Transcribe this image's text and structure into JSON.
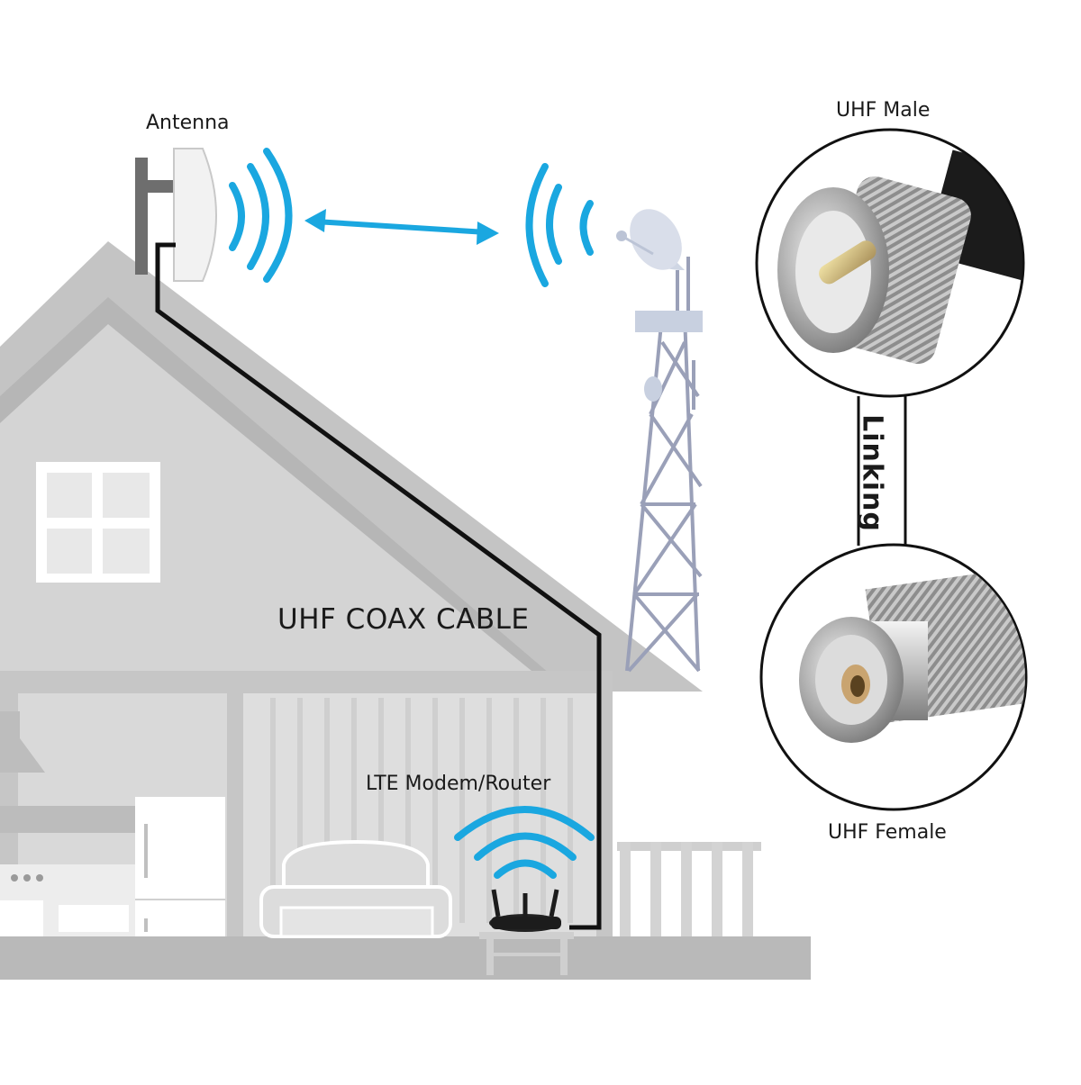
{
  "labels": {
    "antenna": "Antenna",
    "cable": "UHF COAX CABLE",
    "modem": "LTE Modem/Router",
    "male": "UHF Male",
    "female": "UHF Female",
    "linking": "Linking"
  },
  "colors": {
    "signal": "#1aa7e0",
    "house_dark": "#b3b3b3",
    "house_light": "#d6d6d6",
    "cable": "#111111",
    "tower": "#9aa0b8"
  },
  "icons": [
    "antenna-icon",
    "signal-waves-icon",
    "tower-icon",
    "satellite-dish-icon",
    "router-icon",
    "wifi-icon",
    "house-icon",
    "uhf-male-connector-icon",
    "uhf-female-connector-icon"
  ]
}
